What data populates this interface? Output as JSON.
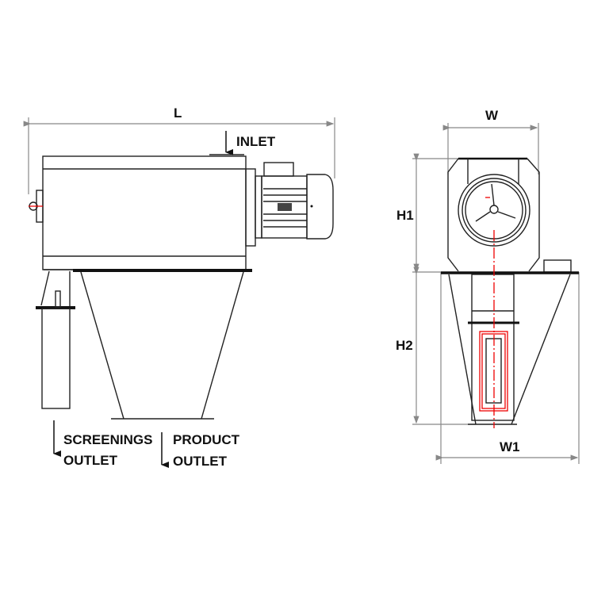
{
  "labels": {
    "length": "L",
    "inlet": "INLET",
    "screenings_outlet_line1": "SCREENINGS",
    "screenings_outlet_line2": "OUTLET",
    "product_outlet_line1": "PRODUCT",
    "product_outlet_line2": "OUTLET",
    "width": "W",
    "height1": "H1",
    "height2": "H2",
    "width1": "W1"
  },
  "colors": {
    "line": "#222222",
    "dimension": "#888888",
    "centerline": "#e00000"
  }
}
